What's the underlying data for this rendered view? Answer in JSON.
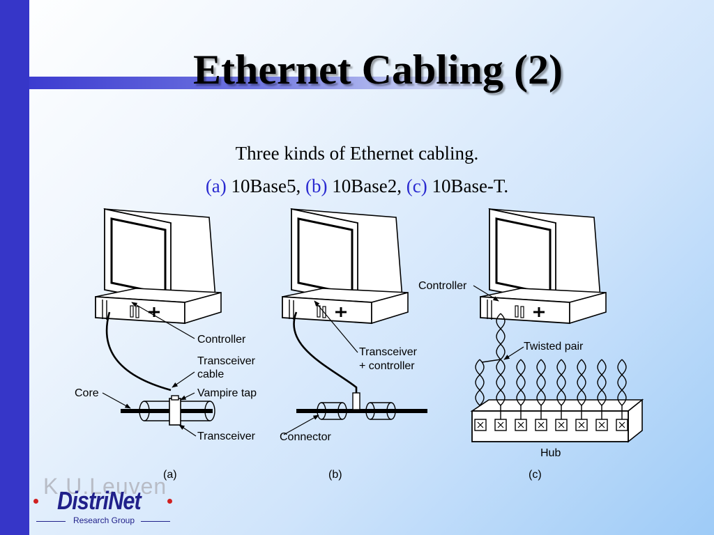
{
  "slide": {
    "title": "Ethernet Cabling (2)",
    "caption_line1": "Three kinds of Ethernet cabling.",
    "caption_line2": {
      "a_label": "(a)",
      "a_text": " 10Base5, ",
      "b_label": "(b)",
      "b_text": " 10Base2, ",
      "c_label": "(c)",
      "c_text": " 10Base-T."
    }
  },
  "figure": {
    "a": {
      "panel_label": "(a)",
      "labels": {
        "controller": "Controller",
        "transceiver_cable_1": "Transceiver",
        "transceiver_cable_2": "cable",
        "vampire_tap": "Vampire tap",
        "core": "Core",
        "transceiver": "Transceiver"
      }
    },
    "b": {
      "panel_label": "(b)",
      "labels": {
        "transceiver_controller_1": "Transceiver",
        "transceiver_controller_2": "+ controller",
        "connector": "Connector"
      }
    },
    "c": {
      "panel_label": "(c)",
      "labels": {
        "controller": "Controller",
        "twisted_pair": "Twisted pair",
        "hub": "Hub"
      }
    }
  },
  "logo": {
    "watermark": "K.U.Leuven",
    "name": "DistriNet",
    "subtitle": "Research Group"
  },
  "colors": {
    "left_bar": "#3636c8",
    "caption_labels": "#2a2ad0",
    "logo": "#20208a"
  }
}
